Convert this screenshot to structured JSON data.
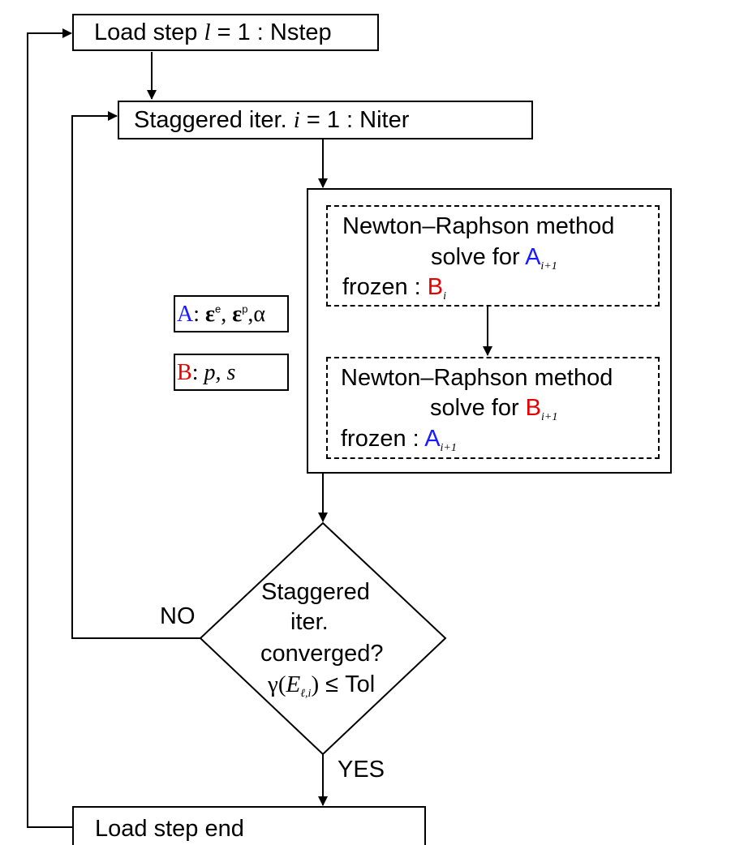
{
  "load_step": {
    "label": "Load step",
    "var": "l",
    "rest": "= 1 : Nstep"
  },
  "staggered": {
    "label": "Staggered iter.",
    "var": "i",
    "rest": "= 1 : Niter"
  },
  "nr1": {
    "title": "Newton–Raphson method",
    "solve": "solve for",
    "var": "A",
    "sub": "i+1",
    "frozen": "frozen :",
    "frozen_var": "B",
    "frozen_sub": "i"
  },
  "nr2": {
    "title": "Newton–Raphson method",
    "solve": "solve for",
    "var": "B",
    "sub": "i+1",
    "frozen": "frozen :",
    "frozen_var": "A",
    "frozen_sub": "i+1"
  },
  "legend_a": {
    "key": "A",
    "colon": ":",
    "e1": "ε",
    "s1": "e",
    "sep1": ",",
    "e2": "ε",
    "s2": "p",
    "sep2": ",",
    "alpha": "α"
  },
  "legend_b": {
    "key": "B",
    "colon": ":",
    "vars": "p, s"
  },
  "decision": {
    "line1": "Staggered",
    "line2": "iter.",
    "line3": "converged?",
    "gamma": "γ(",
    "E": "E",
    "sub": "ℓ,i",
    "close": ")",
    "leq": "≤ Tol"
  },
  "no_label": "NO",
  "yes_label": "YES",
  "load_end": "Load step end",
  "colors": {
    "A": "#1a1aff",
    "B": "#e60000",
    "stroke": "#000000"
  }
}
